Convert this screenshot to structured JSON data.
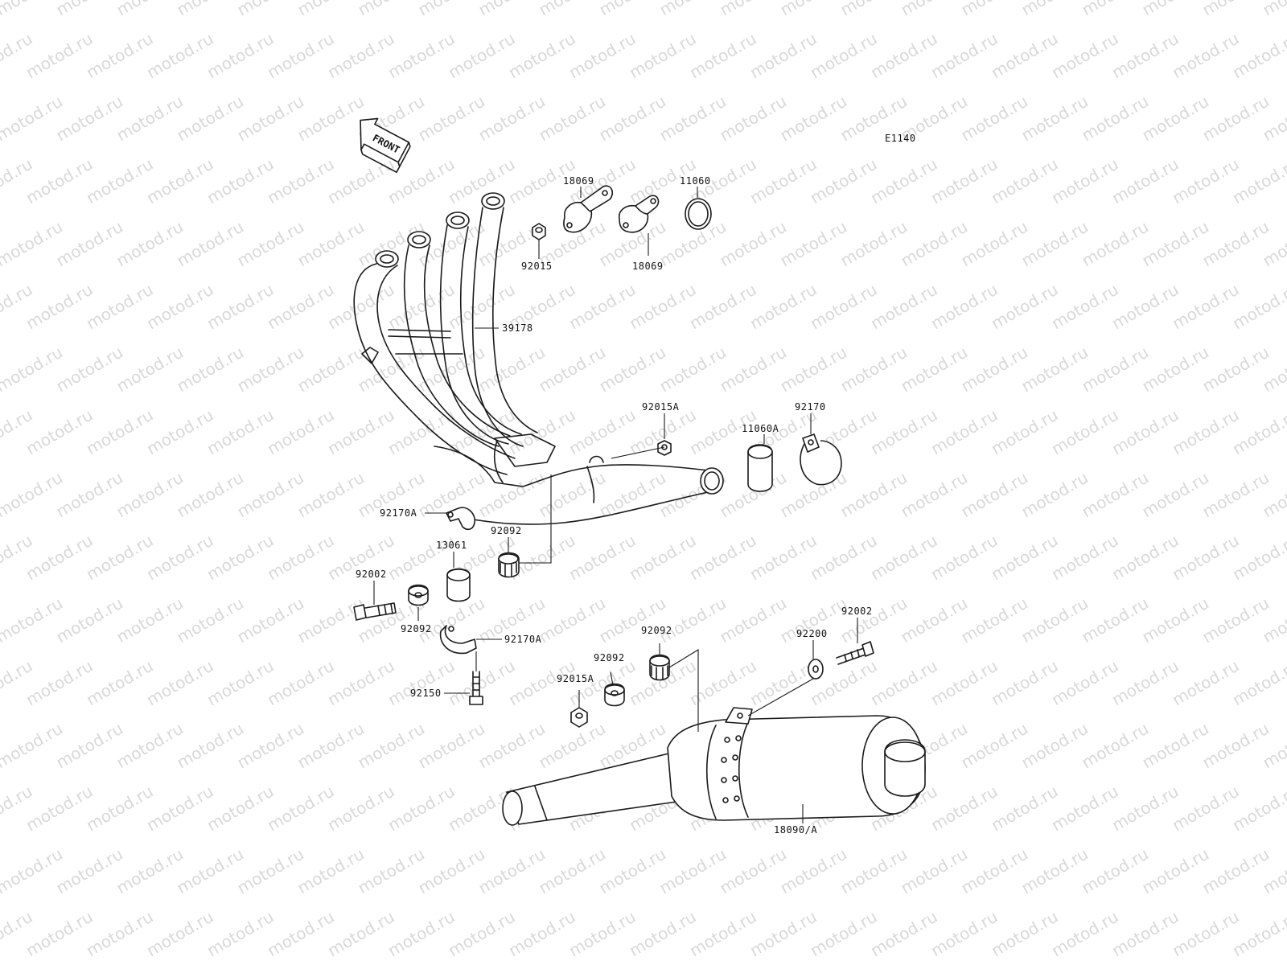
{
  "diagram_code": "E1140",
  "front_label": "FRONT",
  "watermark": "motod.ru",
  "parts": {
    "p18069_top": "18069",
    "p11060": "11060",
    "p92015": "92015",
    "p18069_bottom": "18069",
    "p39178": "39178",
    "p92015A_top": "92015A",
    "p92170": "92170",
    "p11060A": "11060A",
    "p92170A_top": "92170A",
    "p92092_a": "92092",
    "p13061": "13061",
    "p92002_left": "92002",
    "p92092_b": "92092",
    "p92170A_bottom": "92170A",
    "p92150": "92150",
    "p92092_c": "92092",
    "p92092_d": "92092",
    "p92015A_bottom": "92015A",
    "p92200": "92200",
    "p92002_right": "92002",
    "p18090A": "18090/A"
  },
  "colors": {
    "line": "#1a1a1a",
    "watermark": "#d9d9d9",
    "background": "#ffffff"
  }
}
